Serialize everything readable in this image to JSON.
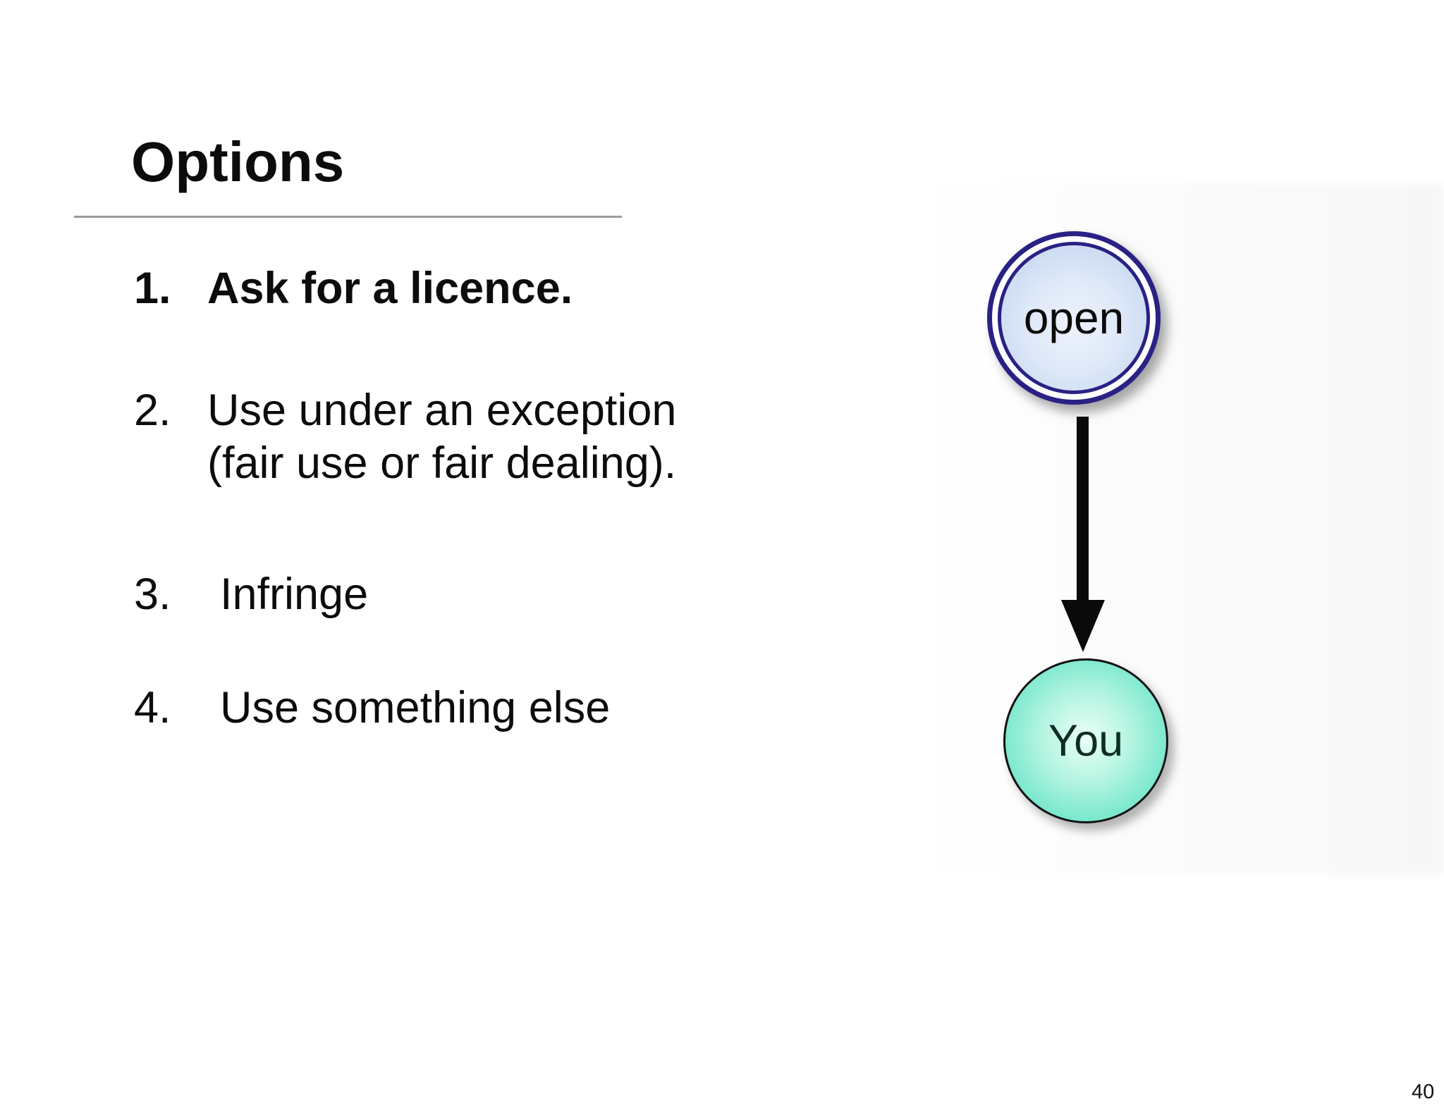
{
  "slide": {
    "title": "Options",
    "page_number": "40",
    "list": {
      "items": [
        {
          "number": "1.",
          "lines": [
            "Ask for a licence."
          ]
        },
        {
          "number": "2.",
          "lines": [
            "Use under an exception",
            "(fair use or fair dealing)."
          ]
        },
        {
          "number": "3.",
          "lines": [
            "Infringe"
          ]
        },
        {
          "number": "4.",
          "lines": [
            "Use something else"
          ]
        }
      ]
    },
    "diagram": {
      "top_node_label": "open",
      "bottom_node_label": "You",
      "arrow_direction": "down"
    },
    "colors": {
      "node_ring_navy": "#2a2185",
      "open_fill_light": "#eef3fc",
      "open_fill_dark": "#c3d5f0",
      "you_fill_light": "#eafff7",
      "you_fill_dark": "#5fe0c2",
      "you_border": "#111111",
      "arrow_black": "#0a0a0a",
      "text": "#0c0c0c",
      "divider_gray": "#9b9b9b"
    }
  }
}
